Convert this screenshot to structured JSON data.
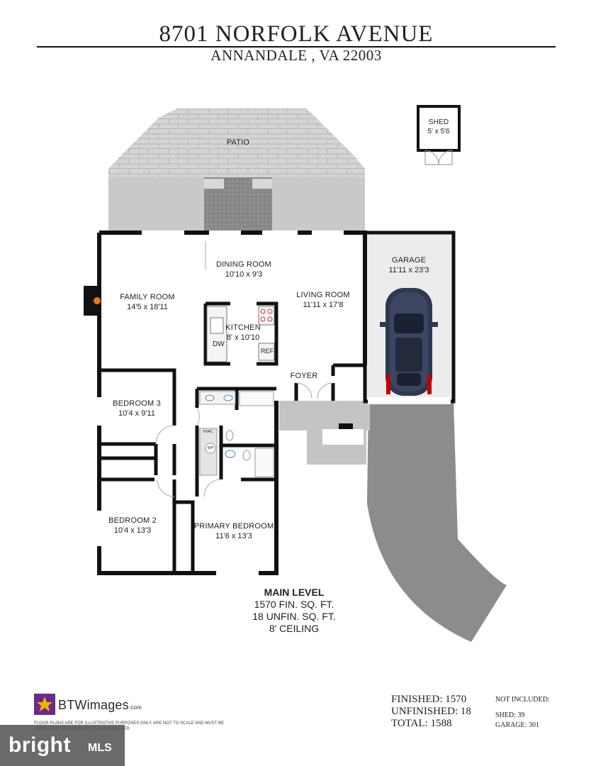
{
  "header": {
    "title": "8701 NORFOLK AVENUE",
    "subtitle": "ANNANDALE , VA 22003"
  },
  "rooms": {
    "patio": {
      "name": "PATIO"
    },
    "shed": {
      "name": "SHED",
      "dims": "5' x 5'6"
    },
    "dining": {
      "name": "DINING ROOM",
      "dims": "10'10 x 9'3"
    },
    "family": {
      "name": "FAMILY ROOM",
      "dims": "14'5 x 18'11"
    },
    "living": {
      "name": "LIVING ROOM",
      "dims": "11'11 x 17'8"
    },
    "kitchen": {
      "name": "KITCHEN",
      "dims": "8' x 10'10"
    },
    "garage": {
      "name": "GARAGE",
      "dims": "11'11 x 23'3"
    },
    "foyer": {
      "name": "FOYER"
    },
    "bedroom3": {
      "name": "BEDROOM 3",
      "dims": "10'4 x 9'11"
    },
    "bedroom2": {
      "name": "BEDROOM 2",
      "dims": "10'4 x 13'3"
    },
    "primary": {
      "name": "PRIMARY BEDROOM",
      "dims": "11'6 x 13'3"
    }
  },
  "fixtures": {
    "dw": "DW",
    "ref": "REF",
    "hvac": "HVAC",
    "wh": "WH"
  },
  "level": {
    "title": "MAIN LEVEL",
    "finished": "1570 FIN. SQ. FT.",
    "unfinished": "18 UNFIN. SQ. FT.",
    "ceiling": "8' CEILING"
  },
  "branding": {
    "logo_text": "BTWimages",
    "logo_suffix": ".com",
    "disclaimer": "FLOOR PLANS ARE FOR ILLUSTRATIVE PURPOSES ONLY, ARE NOT TO SCALE AND MUST BE VERIFIED BY ANY PROSPECTIVE PURCHASER.",
    "watermark": "bright",
    "watermark_suffix": "MLS"
  },
  "totals": {
    "finished": "FINISHED: 1570",
    "unfinished": "UNFINISHED: 18",
    "total": "TOTAL: 1588"
  },
  "not_included": {
    "heading": "NOT INCLUDED:",
    "shed": "SHED: 39",
    "garage": "GARAGE: 301"
  },
  "colors": {
    "wall": "#111111",
    "patio": "#cfcfcf",
    "driveway": "#8c8c8c",
    "walk": "#c4c4c4",
    "car": "#3c4660",
    "logo_purple": "#6a2a8a",
    "logo_yellow": "#f0b400"
  }
}
